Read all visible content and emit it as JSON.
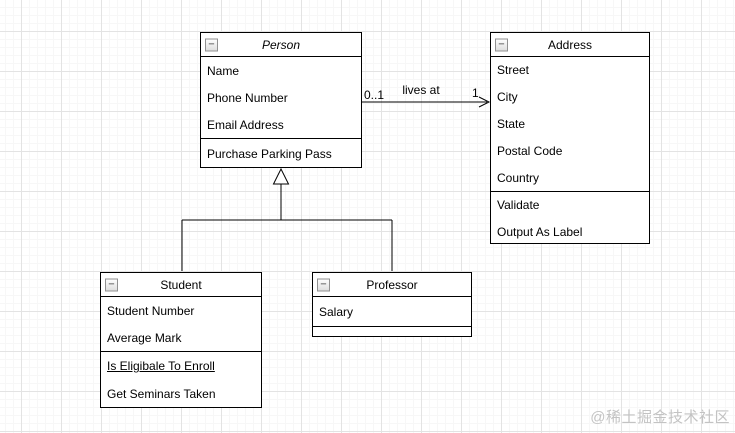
{
  "diagram": {
    "type": "uml-class-diagram",
    "icons": {
      "collapse": "−"
    },
    "classes": [
      {
        "id": "person",
        "title": "Person",
        "abstract": true,
        "attributes": [
          "Name",
          "Phone Number",
          "Email Address"
        ],
        "methods": [
          "Purchase Parking Pass"
        ]
      },
      {
        "id": "address",
        "title": "Address",
        "abstract": false,
        "attributes": [
          "Street",
          "City",
          "State",
          "Postal Code",
          "Country"
        ],
        "methods": [
          "Validate",
          "Output As Label"
        ]
      },
      {
        "id": "student",
        "title": "Student",
        "abstract": false,
        "attributes": [
          "Student Number",
          "Average Mark"
        ],
        "methods": [
          "Is Eligibale To Enroll",
          "Get Seminars Taken"
        ],
        "static_methods": [
          "Is Eligibale To Enroll"
        ]
      },
      {
        "id": "professor",
        "title": "Professor",
        "abstract": false,
        "attributes": [
          "Salary"
        ],
        "methods": []
      }
    ],
    "relations": [
      {
        "type": "association",
        "from": "Person",
        "to": "Address",
        "label": "lives at",
        "source_multiplicity": "0..1",
        "target_multiplicity": "1"
      },
      {
        "type": "generalization",
        "from": "Student",
        "to": "Person"
      },
      {
        "type": "generalization",
        "from": "Professor",
        "to": "Person"
      }
    ]
  },
  "colors": {
    "shape_border": "#000000",
    "shape_fill": "#ffffff",
    "grid_major": "#e3e3e3",
    "grid_minor": "#f7f7f7",
    "watermark": "#c3c3c3"
  },
  "watermark": "@稀土掘金技术社区"
}
